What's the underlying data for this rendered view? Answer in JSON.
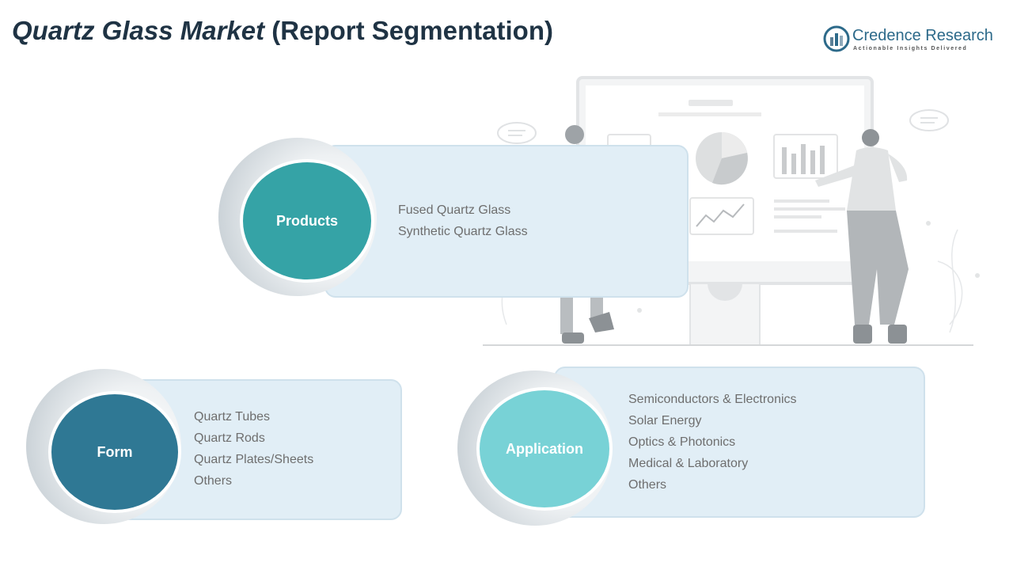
{
  "header": {
    "title_main": "Quartz Glass Market",
    "title_sub": "(Report Segmentation)"
  },
  "logo": {
    "name": "Credence Research",
    "tagline": "Actionable Insights Delivered"
  },
  "segments": [
    {
      "label": "Products",
      "color": "#35a3a6",
      "items": [
        "Fused Quartz Glass",
        "Synthetic Quartz Glass"
      ]
    },
    {
      "label": "Form",
      "color": "#2f7894",
      "items": [
        "Quartz Tubes",
        "Quartz Rods",
        "Quartz Plates/Sheets",
        "Others"
      ]
    },
    {
      "label": "Application",
      "color": "#78d2d6",
      "items": [
        "Semiconductors & Electronics",
        "Solar Energy",
        "Optics & Photonics",
        "Medical & Laboratory",
        "Others"
      ]
    }
  ]
}
